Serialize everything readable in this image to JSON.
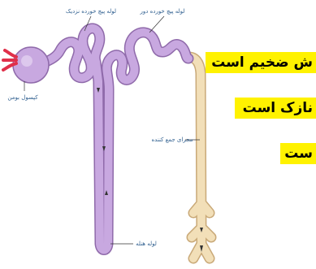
{
  "labels": {
    "bowman": "کپسول بومن",
    "proximal": "لوله پیچ خورده نزدیک",
    "distal": "لوله پیچ خورده دور",
    "collecting": "مجرای جمع کننده",
    "loop": "لوله هنله"
  },
  "highlights": [
    "ش ضخیم است",
    "نازک است",
    "ست"
  ],
  "colors": {
    "tubule": "#c8a8e0",
    "tubule_outline": "#8f6aaa",
    "duct": "#f2dfb8",
    "duct_outline": "#c9a978",
    "vessel": "#e0304a",
    "highlight": "#fff200",
    "label": "#2f5f8f"
  }
}
